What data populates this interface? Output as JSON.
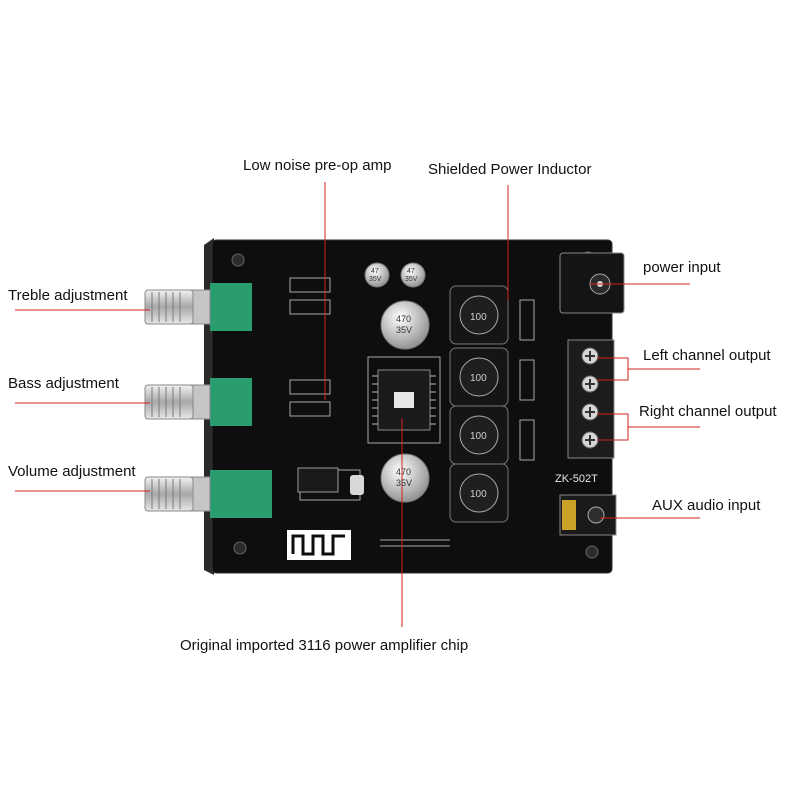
{
  "labels": {
    "pre_op_amp": "Low noise pre-op amp",
    "inductor": "Shielded Power Inductor",
    "treble": "Treble adjustment",
    "bass": "Bass adjustment",
    "volume": "Volume adjustment",
    "power_input": "power input",
    "left_output": "Left channel output",
    "right_output": "Right channel output",
    "aux_input": "AUX audio input",
    "amp_chip": "Original imported 3116 power amplifier chip"
  },
  "board": {
    "model": "ZK-502T",
    "inductor_marking": "100",
    "cap_large_value": "470",
    "cap_large_voltage": "35V",
    "cap_small_value": "47",
    "cap_small_voltage": "35V"
  },
  "colors": {
    "pcb": "#0e0e0e",
    "leader": "#d42020",
    "knob_green": "#2a9d6e",
    "terminal": "#1c1c1c",
    "text": "#111111"
  }
}
